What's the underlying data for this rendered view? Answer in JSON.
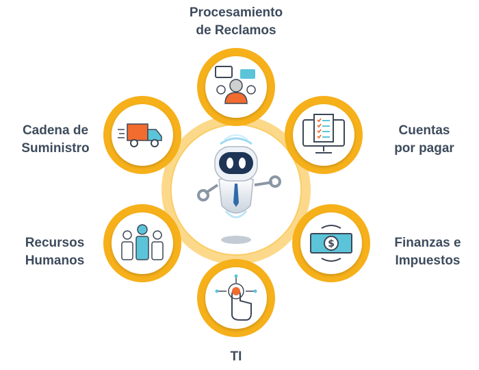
{
  "colors": {
    "ring": "#f7b418",
    "ring_light": "#fcd98a",
    "node_ring": "#f6b01a",
    "node_fill": "#ffffff",
    "icon_dark": "#3c4655",
    "icon_teal": "#5cc4d8",
    "icon_orange": "#f26b2f",
    "robot_blue": "#2f6aa8",
    "text": "#3d4b5c"
  },
  "nodes": [
    {
      "id": "procesamiento",
      "icon": "people-chat-icon",
      "label_lines": [
        "Procesamiento",
        "de Reclamos"
      ]
    },
    {
      "id": "cuentas",
      "icon": "invoice-monitor-icon",
      "label_lines": [
        "Cuentas",
        "por pagar"
      ]
    },
    {
      "id": "finanzas",
      "icon": "money-exchange-icon",
      "label_lines": [
        "Finanzas e",
        "Impuestos"
      ]
    },
    {
      "id": "ti",
      "icon": "touch-circuit-icon",
      "label_lines": [
        "TI"
      ]
    },
    {
      "id": "recursos",
      "icon": "team-icon",
      "label_lines": [
        "Recursos",
        "Humanos"
      ]
    },
    {
      "id": "cadena",
      "icon": "delivery-truck-icon",
      "label_lines": [
        "Cadena de",
        "Suministro"
      ]
    }
  ],
  "center": {
    "icon": "robot-icon"
  }
}
